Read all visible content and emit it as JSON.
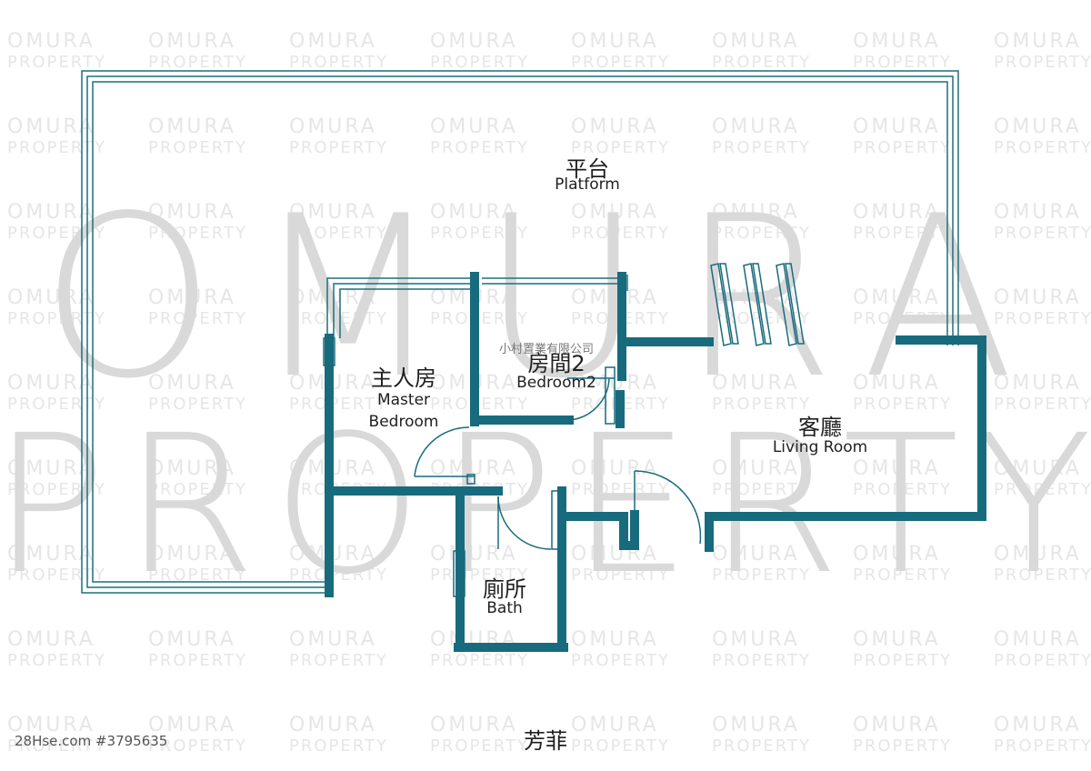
{
  "colors": {
    "wall": "#176b7d",
    "thin_line": "#1d6f7e",
    "watermark": "#d9d9d9",
    "background": "#ffffff"
  },
  "watermark": {
    "big_line1": "OMURA",
    "big_line2": "PROPERTY",
    "tile_line1": "OMURA",
    "tile_line2": "PROPERTY"
  },
  "agency_small": "小村置業有限公司",
  "rooms": {
    "platform": {
      "zh": "平台",
      "en": "Platform"
    },
    "bedroom2": {
      "zh": "房間2",
      "en": "Bedroom2"
    },
    "master": {
      "zh": "主人房",
      "en_line1": "Master",
      "en_line2": "Bedroom"
    },
    "living": {
      "zh": "客廳",
      "en": "Living Room"
    },
    "bath": {
      "zh": "廁所",
      "en": "Bath"
    }
  },
  "footer": {
    "title": "芳菲",
    "listing_id": "28Hse.com #3795635"
  }
}
